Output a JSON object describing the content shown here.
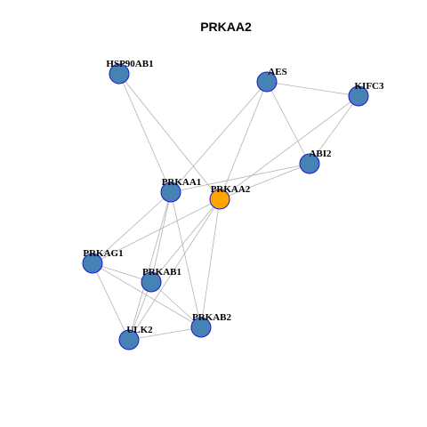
{
  "title": "PRKAA2",
  "colors": {
    "node_fill": "#4682B4",
    "focus_fill": "#FFA500",
    "node_stroke": "#1A1ACC",
    "edge": "#B3B3B3"
  },
  "focus_node": "PRKAA2",
  "nodes": [
    {
      "id": "HSP90AB1",
      "label": "HSP90AB1"
    },
    {
      "id": "AES",
      "label": "AES"
    },
    {
      "id": "KIFC3",
      "label": "KIFC3"
    },
    {
      "id": "ABI2",
      "label": "ABI2"
    },
    {
      "id": "PRKAA1",
      "label": "PRKAA1"
    },
    {
      "id": "PRKAA2",
      "label": "PRKAA2"
    },
    {
      "id": "PRKAG1",
      "label": "PRKAG1"
    },
    {
      "id": "PRKAB1",
      "label": "PRKAB1"
    },
    {
      "id": "PRKAB2",
      "label": "PRKAB2"
    },
    {
      "id": "ULK2",
      "label": "ULK2"
    }
  ],
  "edges": [
    [
      "HSP90AB1",
      "PRKAA1"
    ],
    [
      "HSP90AB1",
      "PRKAA2"
    ],
    [
      "AES",
      "KIFC3"
    ],
    [
      "AES",
      "ABI2"
    ],
    [
      "AES",
      "PRKAA1"
    ],
    [
      "AES",
      "PRKAA2"
    ],
    [
      "KIFC3",
      "ABI2"
    ],
    [
      "KIFC3",
      "PRKAA2"
    ],
    [
      "ABI2",
      "PRKAA1"
    ],
    [
      "ABI2",
      "PRKAA2"
    ],
    [
      "PRKAA1",
      "PRKAG1"
    ],
    [
      "PRKAA1",
      "PRKAB1"
    ],
    [
      "PRKAA1",
      "PRKAB2"
    ],
    [
      "PRKAA1",
      "ULK2"
    ],
    [
      "PRKAA2",
      "PRKAG1"
    ],
    [
      "PRKAA2",
      "PRKAB1"
    ],
    [
      "PRKAA2",
      "PRKAB2"
    ],
    [
      "PRKAA2",
      "ULK2"
    ],
    [
      "PRKAG1",
      "PRKAB1"
    ],
    [
      "PRKAG1",
      "PRKAB2"
    ],
    [
      "PRKAG1",
      "ULK2"
    ],
    [
      "PRKAB1",
      "PRKAB2"
    ],
    [
      "PRKAB1",
      "ULK2"
    ],
    [
      "PRKAB2",
      "ULK2"
    ]
  ]
}
